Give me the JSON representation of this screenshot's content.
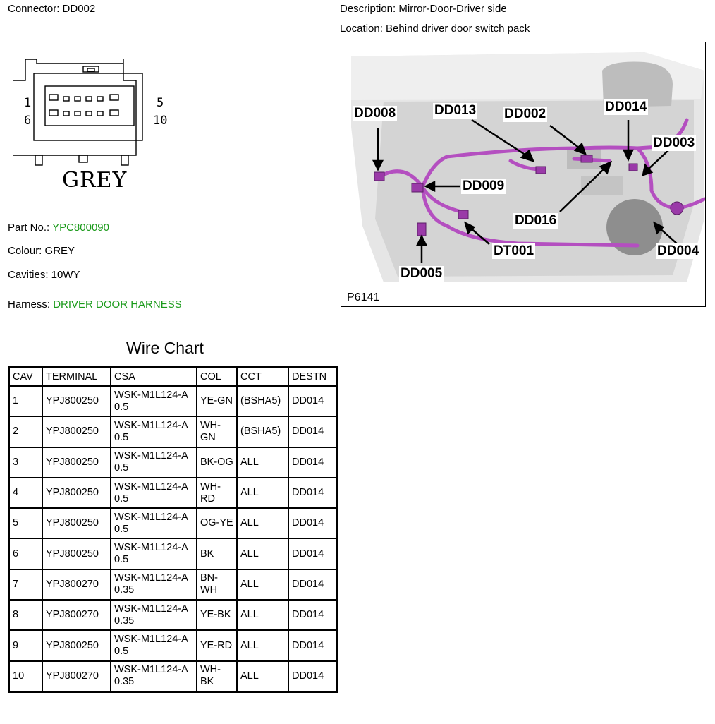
{
  "connector": {
    "label": "Connector: DD002",
    "colour_label": "GREY",
    "pins": {
      "top_left": "1",
      "top_right": "5",
      "bottom_left": "6",
      "bottom_right": "10"
    }
  },
  "description": "Description: Mirror-Door-Driver side",
  "location": "Location: Behind driver door switch pack",
  "part_no": {
    "label": "Part No.:",
    "value": "YPC800090"
  },
  "colour": "Colour: GREY",
  "cavities": "Cavities: 10WY",
  "harness": {
    "label": "Harness:",
    "value": "DRIVER DOOR HARNESS"
  },
  "diagram": {
    "figure_id": "P6141",
    "callouts": [
      "DD008",
      "DD013",
      "DD002",
      "DD014",
      "DD003",
      "DD009",
      "DD016",
      "DT001",
      "DD005",
      "DD004"
    ]
  },
  "wire_chart": {
    "title": "Wire Chart",
    "headers": [
      "CAV",
      "TERMINAL",
      "CSA",
      "COL",
      "CCT",
      "DESTN"
    ],
    "rows": [
      [
        "1",
        "YPJ800250",
        "WSK-M1L124-A 0.5",
        "YE-GN",
        "(BSHA5)",
        "DD014"
      ],
      [
        "2",
        "YPJ800250",
        "WSK-M1L124-A 0.5",
        "WH-GN",
        "(BSHA5)",
        "DD014"
      ],
      [
        "3",
        "YPJ800250",
        "WSK-M1L124-A 0.5",
        "BK-OG",
        "ALL",
        "DD014"
      ],
      [
        "4",
        "YPJ800250",
        "WSK-M1L124-A 0.5",
        "WH-RD",
        "ALL",
        "DD014"
      ],
      [
        "5",
        "YPJ800250",
        "WSK-M1L124-A 0.5",
        "OG-YE",
        "ALL",
        "DD014"
      ],
      [
        "6",
        "YPJ800250",
        "WSK-M1L124-A 0.5",
        "BK",
        "ALL",
        "DD014"
      ],
      [
        "7",
        "YPJ800270",
        "WSK-M1L124-A 0.35",
        "BN-WH",
        "ALL",
        "DD014"
      ],
      [
        "8",
        "YPJ800270",
        "WSK-M1L124-A 0.35",
        "YE-BK",
        "ALL",
        "DD014"
      ],
      [
        "9",
        "YPJ800250",
        "WSK-M1L124-A 0.5",
        "YE-RD",
        "ALL",
        "DD014"
      ],
      [
        "10",
        "YPJ800270",
        "WSK-M1L124-A 0.35",
        "WH-BK",
        "ALL",
        "DD014"
      ]
    ]
  },
  "colors": {
    "green_text": "#1a9a1a",
    "harness": "#b44fc0",
    "panel_grey": "#d4d4d4"
  }
}
